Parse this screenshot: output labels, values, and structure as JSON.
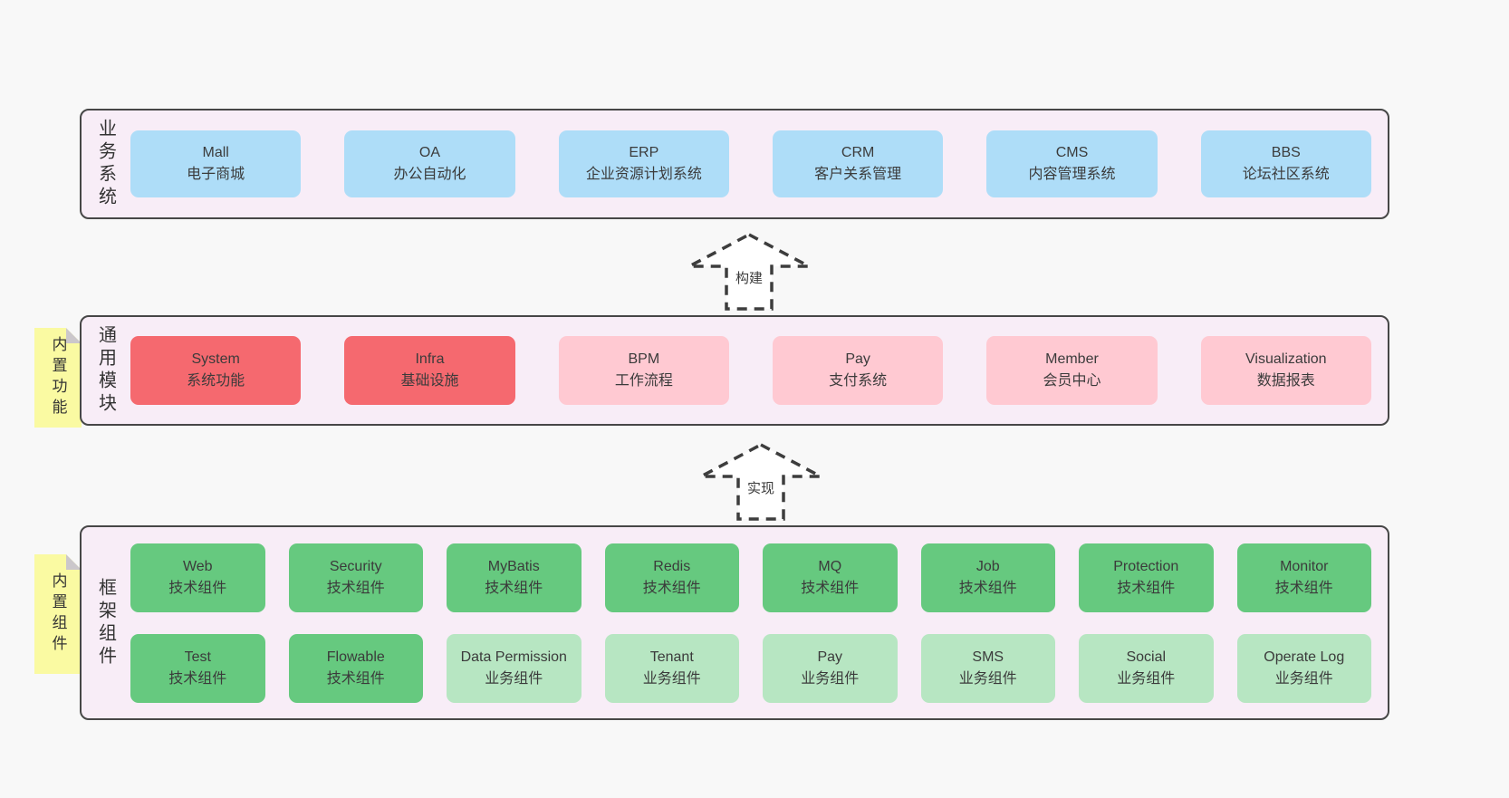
{
  "colors": {
    "page_bg": "#f8f8f8",
    "band_bg": "#f8edf7",
    "band_border": "#474747",
    "box_blue": "#aeddf8",
    "box_red": "#f5696f",
    "box_pink": "#ffc9d2",
    "box_green": "#66c97f",
    "box_light_green": "#b7e6c2",
    "sticky_yellow": "#fafaa2",
    "sticky_fold_gray": "#cbc7cb",
    "text": "#3b3b3b"
  },
  "arrows": [
    {
      "label": "构建"
    },
    {
      "label": "实现"
    }
  ],
  "bands": [
    {
      "label": "业务系统",
      "boxes": [
        {
          "title": "Mall",
          "subtitle": "电子商城"
        },
        {
          "title": "OA",
          "subtitle": "办公自动化"
        },
        {
          "title": "ERP",
          "subtitle": "企业资源计划系统"
        },
        {
          "title": "CRM",
          "subtitle": "客户关系管理"
        },
        {
          "title": "CMS",
          "subtitle": "内容管理系统"
        },
        {
          "title": "BBS",
          "subtitle": "论坛社区系统"
        }
      ]
    },
    {
      "label": "通用模块",
      "sticky": "内置功能",
      "boxes": [
        {
          "title": "System",
          "subtitle": "系统功能"
        },
        {
          "title": "Infra",
          "subtitle": "基础设施"
        },
        {
          "title": "BPM",
          "subtitle": "工作流程"
        },
        {
          "title": "Pay",
          "subtitle": "支付系统"
        },
        {
          "title": "Member",
          "subtitle": "会员中心"
        },
        {
          "title": "Visualization",
          "subtitle": "数据报表"
        }
      ]
    },
    {
      "label": "框架组件",
      "sticky": "内置组件",
      "rows": [
        [
          {
            "title": "Web",
            "subtitle": "技术组件"
          },
          {
            "title": "Security",
            "subtitle": "技术组件"
          },
          {
            "title": "MyBatis",
            "subtitle": "技术组件"
          },
          {
            "title": "Redis",
            "subtitle": "技术组件"
          },
          {
            "title": "MQ",
            "subtitle": "技术组件"
          },
          {
            "title": "Job",
            "subtitle": "技术组件"
          },
          {
            "title": "Protection",
            "subtitle": "技术组件"
          },
          {
            "title": "Monitor",
            "subtitle": "技术组件"
          }
        ],
        [
          {
            "title": "Test",
            "subtitle": "技术组件"
          },
          {
            "title": "Flowable",
            "subtitle": "技术组件"
          },
          {
            "title": "Data Permission",
            "subtitle": "业务组件"
          },
          {
            "title": "Tenant",
            "subtitle": "业务组件"
          },
          {
            "title": "Pay",
            "subtitle": "业务组件"
          },
          {
            "title": "SMS",
            "subtitle": "业务组件"
          },
          {
            "title": "Social",
            "subtitle": "业务组件"
          },
          {
            "title": "Operate Log",
            "subtitle": "业务组件"
          }
        ]
      ]
    }
  ]
}
